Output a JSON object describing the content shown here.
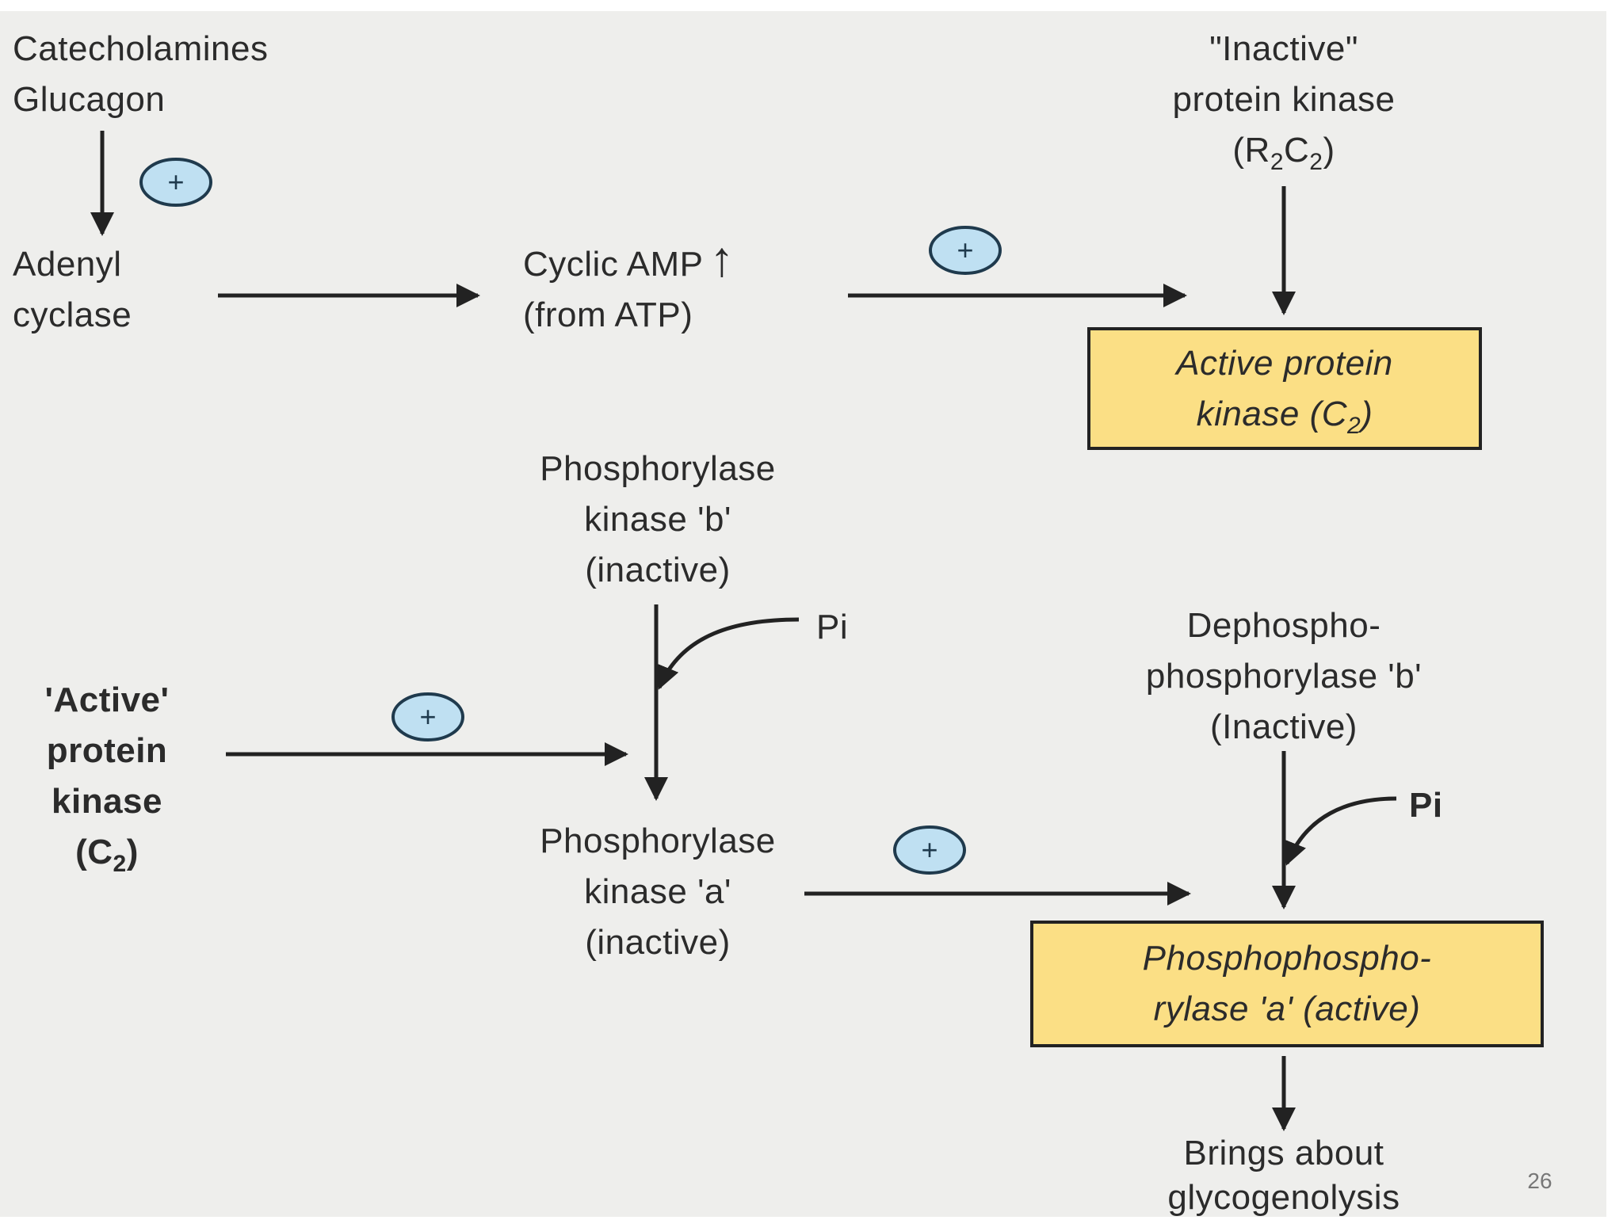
{
  "nodes": {
    "hormones": {
      "line1": "Catecholamines",
      "line2": "Glucagon"
    },
    "adenyl_cyclase": {
      "line1": "Adenyl",
      "line2": "cyclase"
    },
    "cyclic_amp": {
      "line1": "Cyclic AMP",
      "line2": "(from ATP)",
      "up_arrow": "↑"
    },
    "inactive_protein_kinase": {
      "line1": "\"Inactive\"",
      "line2": "protein kinase",
      "line3_prefix": "(R",
      "sub1": "2",
      "line3_mid": "C",
      "sub2": "2",
      "line3_suffix": ")"
    },
    "active_protein_kinase_box": {
      "line1": "Active protein",
      "line2_prefix": "kinase (C",
      "sub": "2",
      "line2_suffix": ")"
    },
    "phosphorylase_kinase_b": {
      "line1": "Phosphorylase",
      "line2": "kinase 'b'",
      "line3": "(inactive)"
    },
    "active_protein_kinase_left": {
      "line1": "'Active'",
      "line2": "protein",
      "line3": "kinase",
      "line4_prefix": "(C",
      "sub": "2",
      "line4_suffix": ")"
    },
    "phosphorylase_kinase_a": {
      "line1": "Phosphorylase",
      "line2": "kinase 'a'",
      "line3": "(inactive)"
    },
    "dephospho_phosphorylase_b": {
      "line1": "Dephospho-",
      "line2": "phosphorylase 'b'",
      "line3": "(Inactive)"
    },
    "phosphophosphorylase_a_box": {
      "line1": "Phosphophospho-",
      "line2": "rylase 'a' (active)"
    },
    "glycogenolysis": {
      "line1": "Brings about",
      "line2": "glycogenolysis"
    }
  },
  "symbols": {
    "plus": "+",
    "pi_upper": "Pi",
    "pi_lower": "Pi"
  },
  "colors": {
    "box_fill": "#fbdf85",
    "plus_fill": "#bfe0f2",
    "plus_stroke": "#1f3a4d",
    "background": "#eeeeec"
  },
  "page_number": "26"
}
